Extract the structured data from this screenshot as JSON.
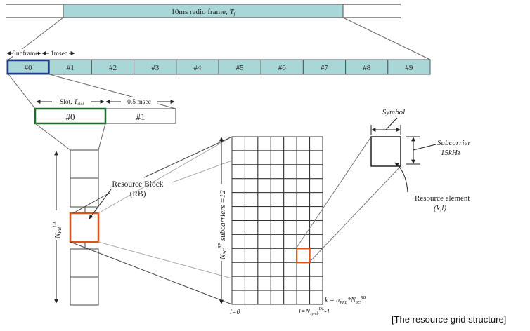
{
  "colors": {
    "frame_fill": "#a9d6d6",
    "subframe_highlight": "#1f3a8a",
    "slot_highlight": "#1e6b2a",
    "rb_highlight": "#d9531e",
    "line": "#333333"
  },
  "radio_frame": {
    "label": "10ms radio frame, ",
    "symbol": "T",
    "symbol_sub": "f"
  },
  "subframe": {
    "label": "Subframe",
    "duration": "1msec",
    "cells": [
      "#0",
      "#1",
      "#2",
      "#3",
      "#4",
      "#5",
      "#6",
      "#7",
      "#8",
      "#9"
    ]
  },
  "slot": {
    "label": "Slot, ",
    "symbol": "T",
    "symbol_sub": "slot",
    "duration": "0.5 msec",
    "cells": [
      "#0",
      "#1"
    ]
  },
  "rb_axis": {
    "symbol": "N",
    "sub": "RB",
    "sup": "DL"
  },
  "resource_block": {
    "label_line1": "Resource Block",
    "label_line2": "(RB)"
  },
  "grid": {
    "columns": 7,
    "rows": 12,
    "highlight_col": 5,
    "highlight_row": 8,
    "axis_symbol": "N",
    "axis_sub": "SC",
    "axis_sup": "RB",
    "axis_text": " subcarriers =12",
    "l_start": "l=0",
    "l_end_prefix": "l=N",
    "l_end_sub": "symb",
    "l_end_sup": "DL",
    "l_end_suffix": "-1",
    "k_prefix": "k = n",
    "k_sub1": "PRB",
    "k_mid": "*N",
    "k_sub2": "SC",
    "k_sup": "RB"
  },
  "element": {
    "symbol_label": "Symbol",
    "subcarrier_label": "Subcarrier",
    "subcarrier_spacing": "15kHz",
    "re_label": "Resource element",
    "re_index": "(k,l)"
  },
  "caption": "[The resource grid structure]"
}
